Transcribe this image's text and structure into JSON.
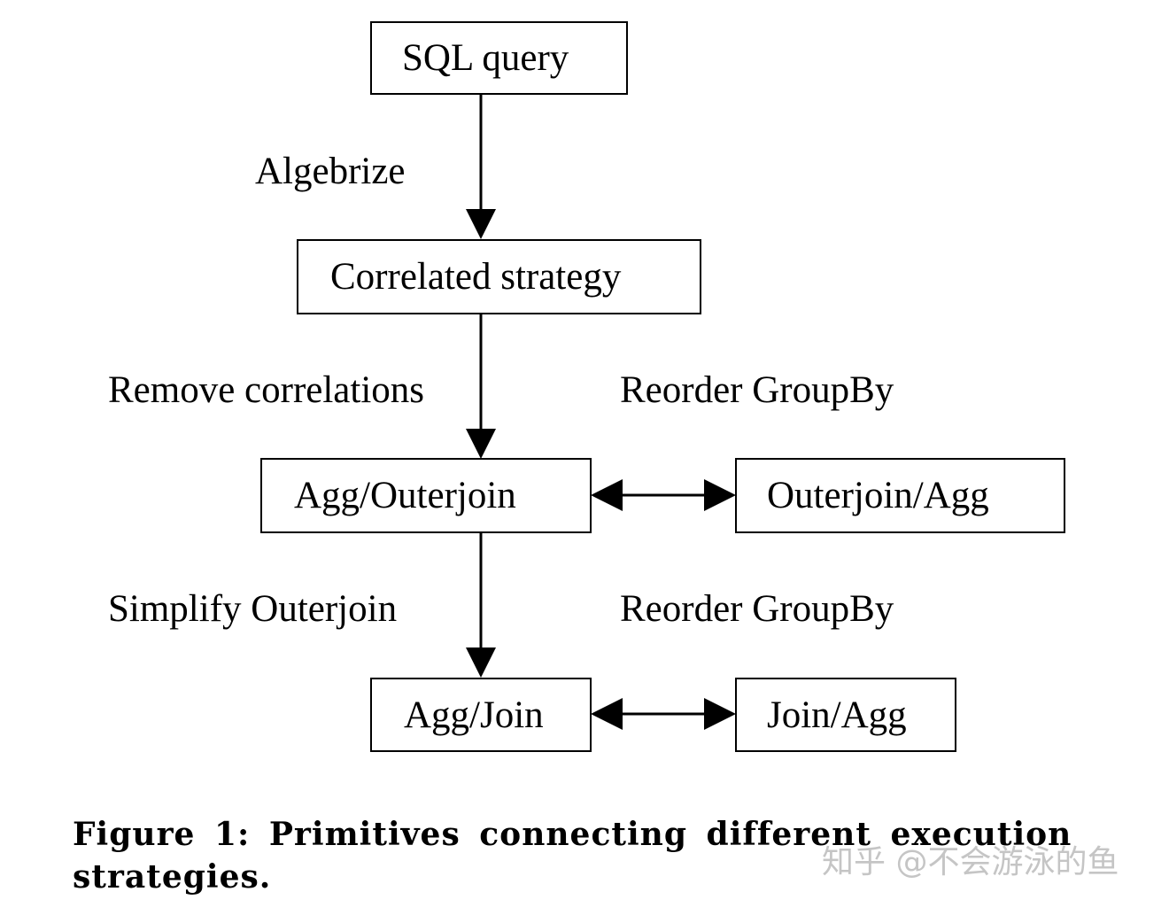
{
  "nodes": {
    "sql_query": "SQL query",
    "correlated_strategy": "Correlated strategy",
    "agg_outerjoin": "Agg/Outerjoin",
    "outerjoin_agg": "Outerjoin/Agg",
    "agg_join": "Agg/Join",
    "join_agg": "Join/Agg"
  },
  "edges": {
    "algebrize": "Algebrize",
    "remove_correlations": "Remove correlations",
    "reorder_groupby_1": "Reorder GroupBy",
    "simplify_outerjoin": "Simplify Outerjoin",
    "reorder_groupby_2": "Reorder GroupBy"
  },
  "caption": "Figure 1: Primitives connecting different execution strategies.",
  "watermark": "知乎 @不会游泳的鱼",
  "colors": {
    "line": "#000000",
    "background": "#ffffff",
    "watermark": "#999999"
  }
}
